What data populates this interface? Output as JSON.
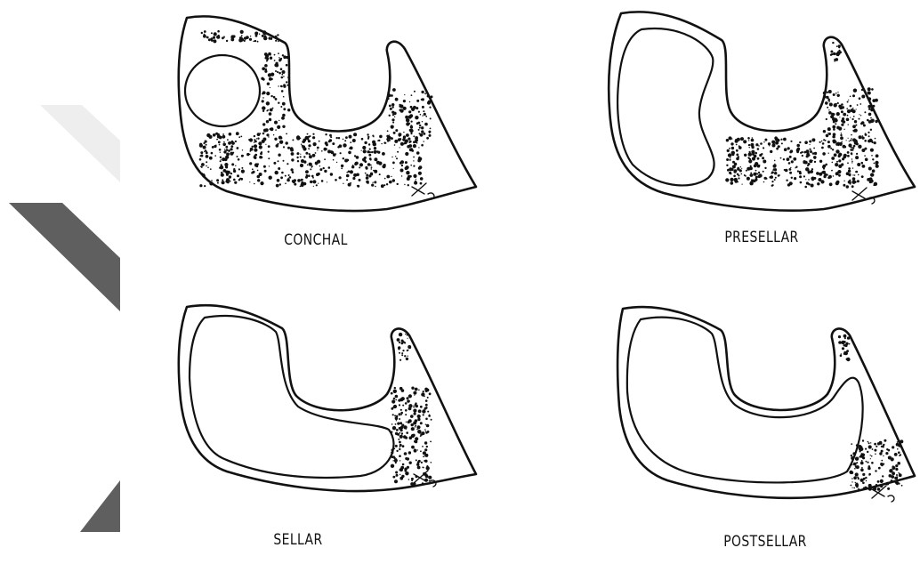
{
  "figure": {
    "panels": [
      {
        "id": "conchal",
        "label": "CONCHAL"
      },
      {
        "id": "presellar",
        "label": "PRESELLAR"
      },
      {
        "id": "sellar",
        "label": "SELLAR"
      },
      {
        "id": "postsellar",
        "label": "POSTSELLAR"
      }
    ]
  },
  "colors": {
    "ink": "#111111",
    "decor_light": "#eeeeee",
    "decor_dark": "#5f5f5f"
  }
}
